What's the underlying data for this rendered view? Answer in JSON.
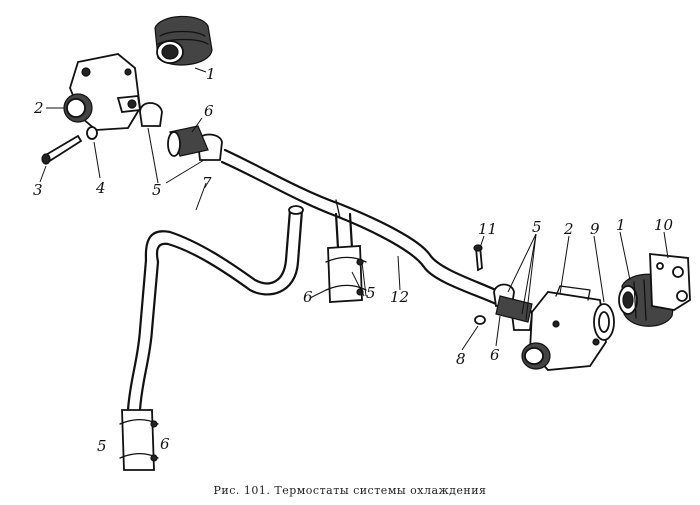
{
  "figure": {
    "caption": "Рис. 101. Термостаты системы охлаждения"
  },
  "callouts": {
    "thermostat_top": "1",
    "housing_left": "2",
    "bolt": "3",
    "washer": "4",
    "clamps_top_left": "5",
    "hose_top_left": "6",
    "tube_left": "7",
    "clamps_center": "5",
    "hose_center": "6",
    "clamps_bottom": "5",
    "hose_bottom": "6",
    "tube_main": "12",
    "bolt_right": "11",
    "clamps_right": "5",
    "housing_right": "2",
    "gasket": "9",
    "thermostat_right": "1",
    "flange": "10",
    "washer_right": "8",
    "hose_right": "6"
  }
}
